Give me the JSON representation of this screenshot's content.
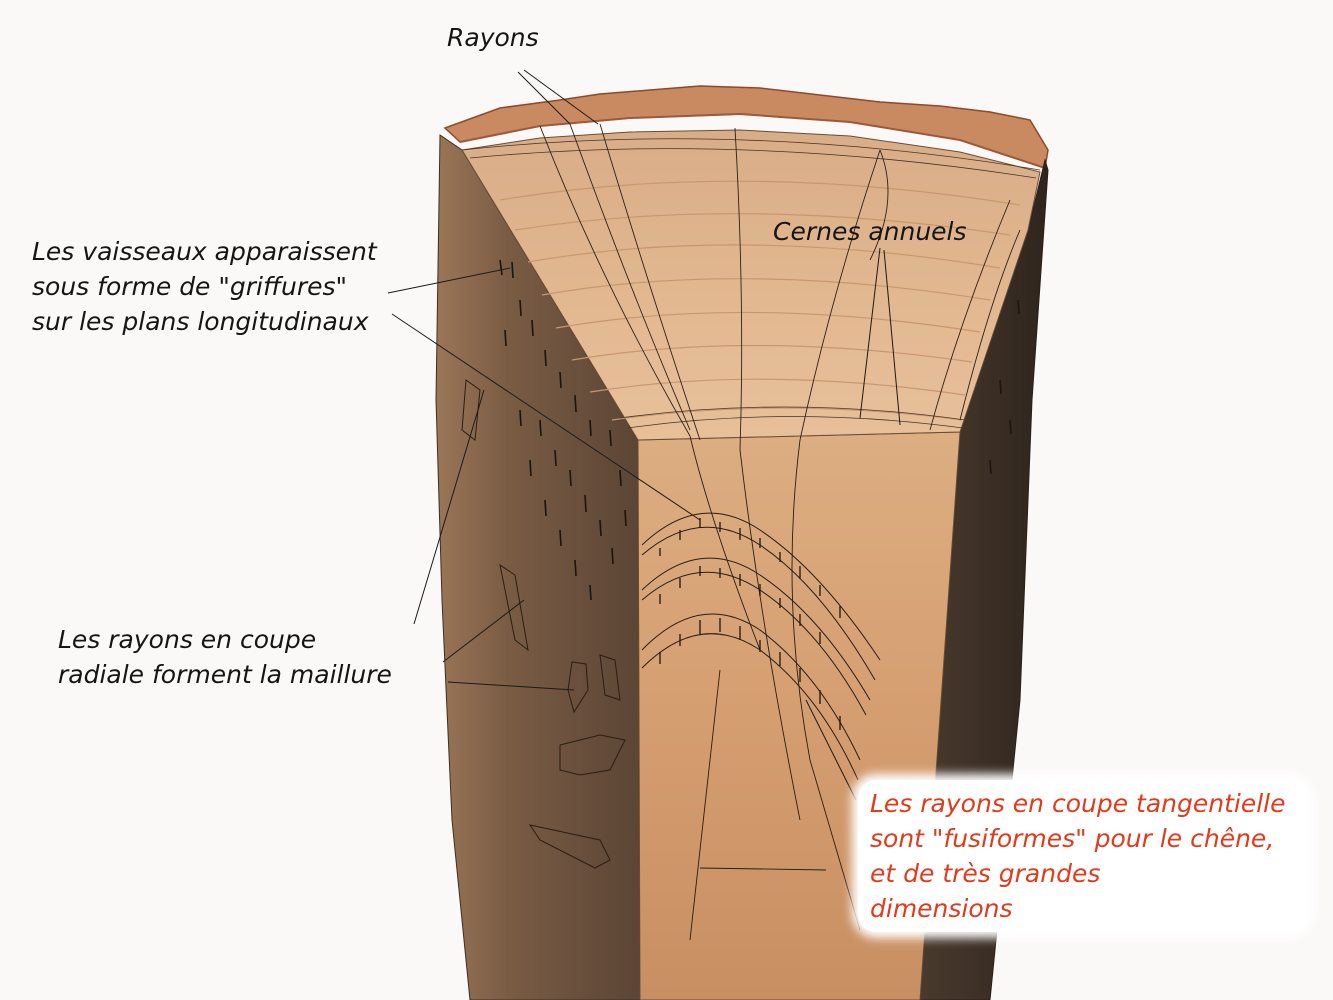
{
  "labels": {
    "rayons": "Rayons",
    "cernes": "Cernes annuels",
    "vaisseaux": [
      "Les vaisseaux apparaissent",
      "sous forme de \"griffures\"",
      "sur les plans longitudinaux"
    ],
    "maillure": [
      "Les rayons en coupe",
      "radiale forment la maillure"
    ],
    "tangentielle": [
      "Les rayons en coupe tangentielle",
      "sont \"fusiformes\" pour le chêne,",
      "et de très grandes",
      "dimensions"
    ]
  },
  "colors": {
    "background": "#fbf8f8",
    "text": "#151515",
    "highlight_text": "#e23a1a",
    "bark": "#c98a62",
    "end_grain": "#e0b48e",
    "radial_face": "#6e5440",
    "tangential_face": "#d6a276",
    "right_face": "#3c3026"
  }
}
